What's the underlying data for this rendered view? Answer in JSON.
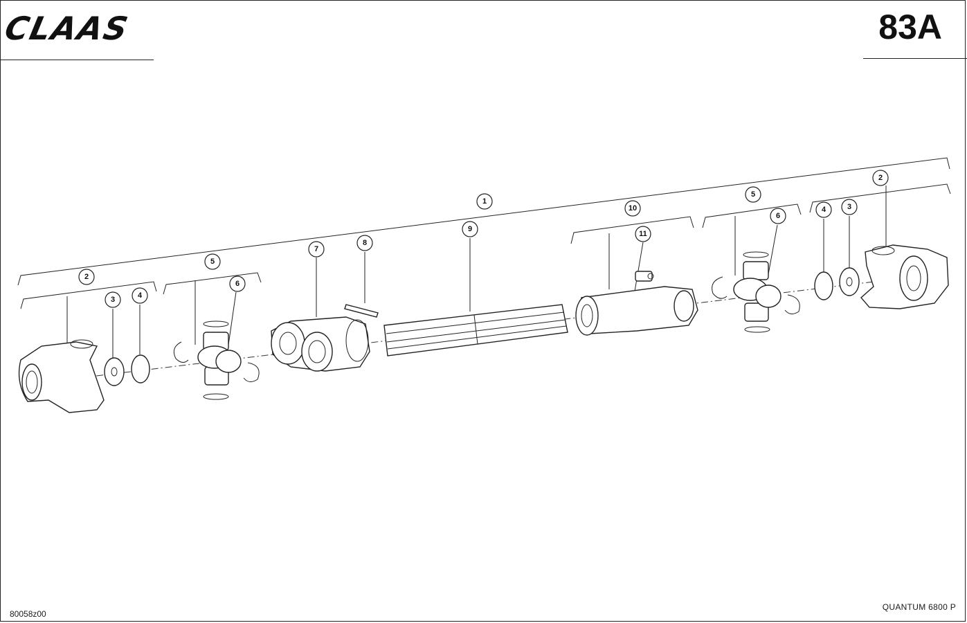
{
  "header": {
    "brand": "CLAAS",
    "page_number": "83A"
  },
  "footer": {
    "drawing_code": "80058z00",
    "model": "QUANTUM 6800 P"
  },
  "callouts": {
    "c1": "1",
    "c2a": "2",
    "c3a": "3",
    "c4a": "4",
    "c5a": "5",
    "c6a": "6",
    "c7": "7",
    "c8": "8",
    "c9": "9",
    "c10": "10",
    "c11": "11",
    "c5b": "5",
    "c6b": "6",
    "c4b": "4",
    "c3b": "3",
    "c2b": "2"
  }
}
